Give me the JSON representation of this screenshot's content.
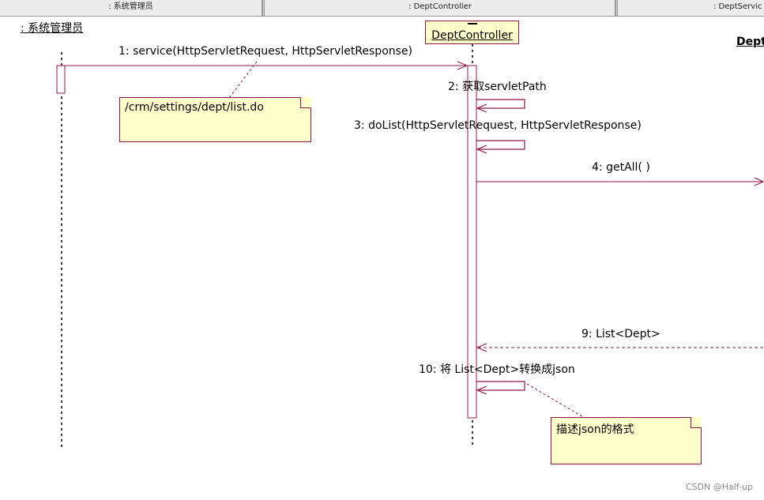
{
  "header": {
    "lane_1": ": 系统管理员",
    "lane_2": ": DeptController",
    "lane_3": ": DeptServic"
  },
  "objects": {
    "admin": ": 系统管理员",
    "controller": "DeptController",
    "service": "DeptS"
  },
  "messages": {
    "m1": "1: service(HttpServletRequest, HttpServletResponse)",
    "m2": "2: 获取servletPath",
    "m3": "3: doList(HttpServletRequest, HttpServletResponse)",
    "m4": "4: getAll( )",
    "m9": "9: List<Dept>",
    "m10": "10: 将 List<Dept>转换成json"
  },
  "notes": {
    "note_url": "/crm/settings/dept/list.do",
    "note_json": "描述json的格式"
  },
  "colors": {
    "line": "#8b1a4a",
    "note_fill": "#ffffcc",
    "header_fill": "#ececec"
  },
  "watermark": "CSDN @Half-up"
}
